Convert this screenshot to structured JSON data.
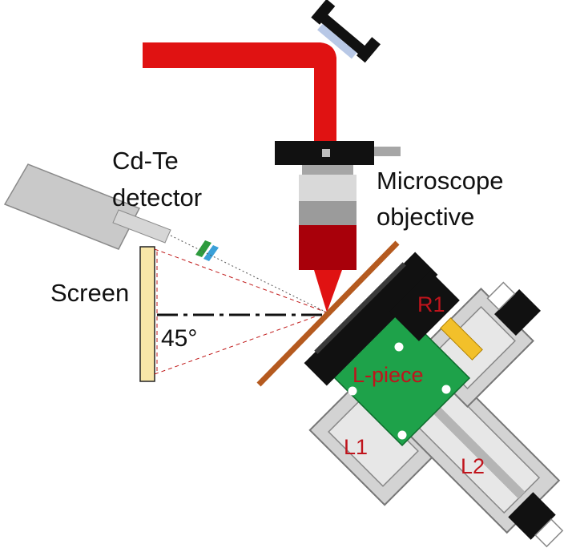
{
  "labels": {
    "detector_line1": "Cd-Te",
    "detector_line2": "detector",
    "objective_line1": "Microscope",
    "objective_line2": "objective",
    "screen": "Screen",
    "angle": "45°",
    "r1": "R1",
    "l_piece": "L-piece",
    "l1": "L1",
    "l2": "L2"
  },
  "colors": {
    "laser": "#e01212",
    "laser_dark": "#a8000a",
    "screen": "#f8e6a8",
    "l_piece": "#1ea24a",
    "sample_plate": "#b55a1f",
    "stage_gray": "#d3d3d3",
    "label_red": "#c0141c"
  }
}
